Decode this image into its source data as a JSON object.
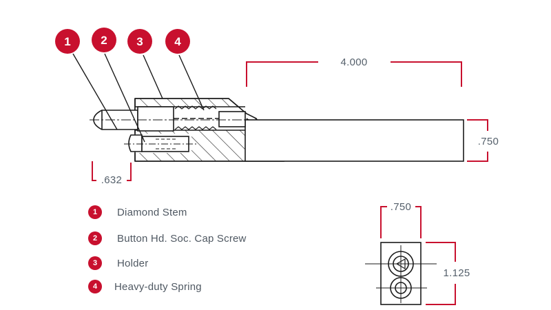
{
  "colors": {
    "accent": "#c8102e",
    "text": "#55606b",
    "line": "#1a1a1a"
  },
  "callouts": [
    "1",
    "2",
    "3",
    "4"
  ],
  "dimensions": {
    "length": "4.000",
    "diameter": ".750",
    "offset": ".632",
    "end_width": ".750",
    "end_height": "1.125"
  },
  "legend": [
    {
      "number": "1",
      "label": "Diamond Stem"
    },
    {
      "number": "2",
      "label": "Button Hd. Soc. Cap Screw"
    },
    {
      "number": "3",
      "label": "Holder"
    },
    {
      "number": "4",
      "label": "Heavy-duty Spring"
    }
  ]
}
